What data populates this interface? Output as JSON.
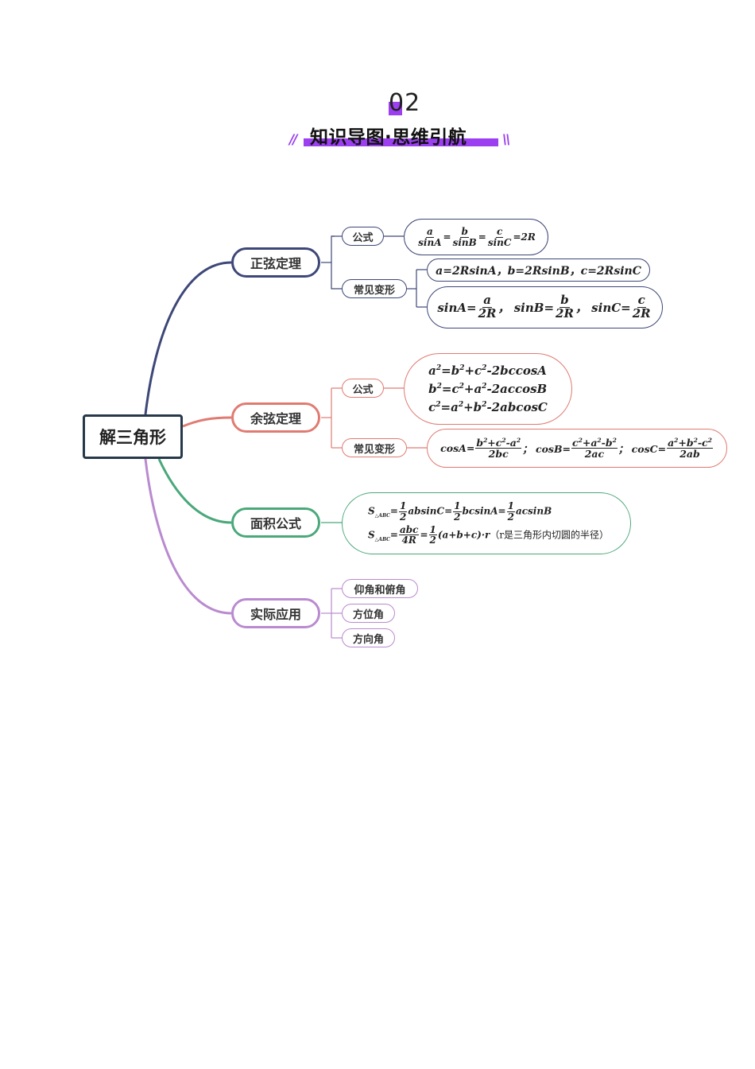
{
  "header": {
    "section_number": "02",
    "title": "知识导图·思维引航",
    "accent_color": "#9b3ff0"
  },
  "mindmap": {
    "root": {
      "label": "解三角形",
      "color": "#26384a"
    },
    "branches": [
      {
        "label": "正弦定理",
        "color": "#3d4778",
        "children": [
          {
            "label": "公式",
            "formulas": [
              "a/sinA = b/sinB = c/sinC = 2R"
            ]
          },
          {
            "label": "常见变形",
            "formulas": [
              "a=2RsinA，b=2RsinB，c=2RsinC",
              "sinA=a/2R，sinB=b/2R，sinC=c/2R"
            ]
          }
        ]
      },
      {
        "label": "余弦定理",
        "color": "#e07b72",
        "children": [
          {
            "label": "公式",
            "formulas": [
              "a²=b²+c²-2bccosA",
              "b²=c²+a²-2accosB",
              "c²=a²+b²-2abcosC"
            ]
          },
          {
            "label": "常见变形",
            "formulas": [
              "cosA=(b²+c²-a²)/2bc；cosB=(c²+a²-b²)/2ac；cosC=(a²+b²-c²)/2ab"
            ]
          }
        ]
      },
      {
        "label": "面积公式",
        "color": "#4aa87a",
        "formulas": [
          "S△ABC=½absinC=½bcsinA=½acsinB",
          "S△ABC=abc/4R=½(a+b+c)·r（r是三角形内切圆的半径）"
        ],
        "note": "（r是三角形内切圆的半径）"
      },
      {
        "label": "实际应用",
        "color": "#b98ad0",
        "children": [
          {
            "label": "仰角和俯角"
          },
          {
            "label": "方位角"
          },
          {
            "label": "方向角"
          }
        ]
      }
    ]
  }
}
